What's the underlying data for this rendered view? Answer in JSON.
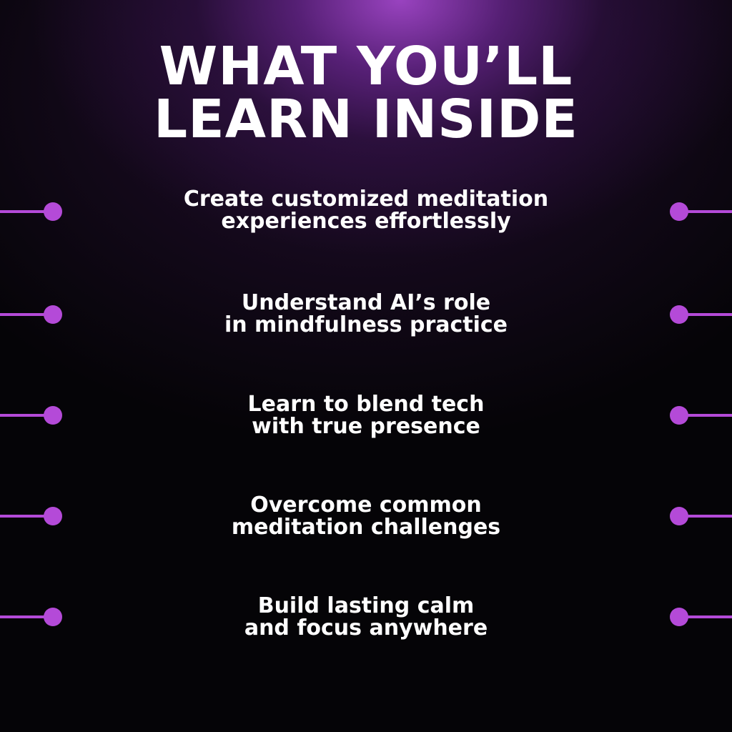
{
  "title": {
    "line1": "WHAT YOU’LL",
    "line2": "LEARN INSIDE"
  },
  "accent_color": "#b44ad8",
  "items": [
    {
      "line1": "Create customized meditation",
      "line2": "experiences effortlessly"
    },
    {
      "line1": "Understand AI’s role",
      "line2": "in mindfulness practice"
    },
    {
      "line1": "Learn to blend tech",
      "line2": "with true presence"
    },
    {
      "line1": "Overcome common",
      "line2": "meditation challenges"
    },
    {
      "line1": "Build lasting calm",
      "line2": "and focus anywhere"
    }
  ]
}
